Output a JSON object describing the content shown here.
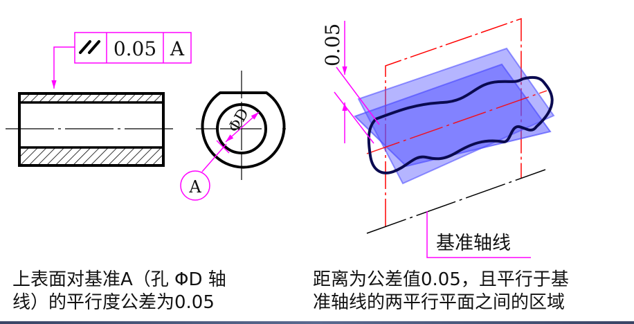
{
  "left_figure": {
    "tolerance_symbol": "parallelism",
    "tolerance_value": "0.05",
    "datum_ref": "A",
    "dimension_label": "ΦD",
    "datum_label": "A",
    "caption_line1": "上表面对基准A（孔 ΦD 轴",
    "caption_line2": "线）的平行度公差为0.05"
  },
  "right_figure": {
    "zone_value": "0.05",
    "axis_label": "基准轴线",
    "caption_line1": "距离为公差值0.05，且平行于基",
    "caption_line2": "准轴线的两平行平面之间的区域"
  },
  "colors": {
    "annotation": "#ff00ff",
    "zone": "#ff0000",
    "plane": "#4a4aff",
    "outline": "#000000"
  }
}
